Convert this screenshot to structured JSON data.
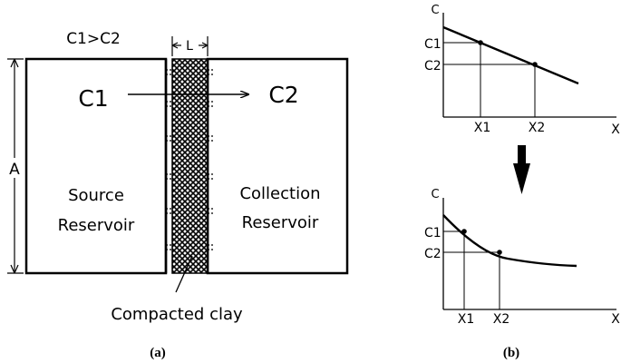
{
  "panel_a": {
    "condition": "C1>C2",
    "length_label": "L",
    "area_label": "A",
    "c_left": "C1",
    "c_right": "C2",
    "source_line1": "Source",
    "source_line2": "Reservoir",
    "collection_line1": "Collection",
    "collection_line2": "Reservoir",
    "clay_label": "Compacted clay",
    "caption": "(a)"
  },
  "panel_b": {
    "caption": "(b)",
    "top_graph": {
      "y_axis_label": "C",
      "x_axis_label": "X",
      "y_ticks": [
        "C1",
        "C2"
      ],
      "x_ticks": [
        "X1",
        "X2"
      ],
      "curve": "linear"
    },
    "bottom_graph": {
      "y_axis_label": "C",
      "x_axis_label": "X",
      "y_ticks": [
        "C1",
        "C2"
      ],
      "x_ticks": [
        "X1",
        "X2"
      ],
      "curve": "decaying"
    }
  }
}
